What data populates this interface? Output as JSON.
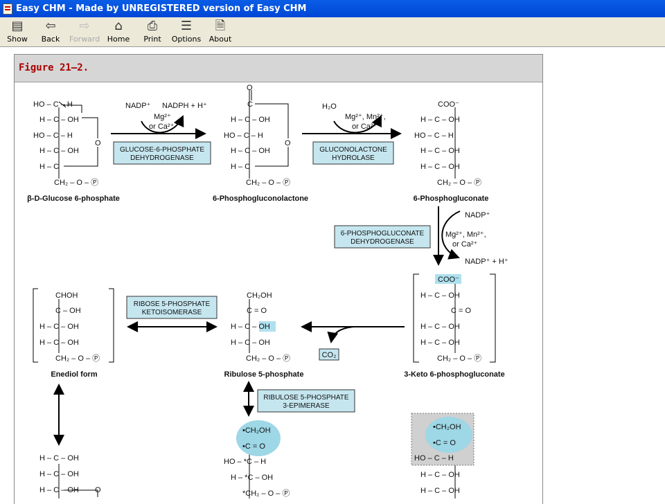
{
  "window": {
    "title": "Easy CHM - Made by UNREGISTERED version of Easy CHM"
  },
  "toolbar": {
    "show": "Show",
    "back": "Back",
    "forward": "Forward",
    "home": "Home",
    "print": "Print",
    "options": "Options",
    "about": "About"
  },
  "figure": {
    "caption": "Figure 21–2.",
    "compounds": {
      "c1": "β-D-Glucose 6-phosphate",
      "c2": "6-Phosphogluconolactone",
      "c3": "6-Phosphogluconate",
      "c4": "3-Keto 6-phosphogluconate",
      "c5": "Ribulose 5-phosphate",
      "c6": "Enediol form"
    },
    "enzymes": {
      "e1a": "GLUCOSE-6-PHOSPHATE",
      "e1b": "DEHYDROGENASE",
      "e2a": "GLUCONOLACTONE",
      "e2b": "HYDROLASE",
      "e3a": "6-PHOSPHOGLUCONATE",
      "e3b": "DEHYDROGENASE",
      "e4a": "RIBOSE 5-PHOSPHATE",
      "e4b": "KETOISOMERASE",
      "e5a": "RIBULOSE 5-PHOSPHATE",
      "e5b": "3-EPIMERASE"
    },
    "cofactors": {
      "nadp": "NADP⁺",
      "nadph": "NADPH + H⁺",
      "mg1": "Mg²⁺",
      "ca1": "or Ca²⁺",
      "h2o": "H₂O",
      "mg2": "Mg²⁺, Mn²⁺,",
      "ca2": "or Ca²⁺",
      "nadp3": "NADP⁺",
      "mg3": "Mg²⁺, Mn²⁺,",
      "ca3": "or Ca²⁺",
      "nadph3": "NADP⁺ + H⁺",
      "co2": "CO₂"
    },
    "colors": {
      "highlight": "#aee0ee",
      "enzyme_box": "#c5e6ef",
      "oval": "#9ed7e6",
      "gray_box": "#d0d0d0"
    }
  }
}
